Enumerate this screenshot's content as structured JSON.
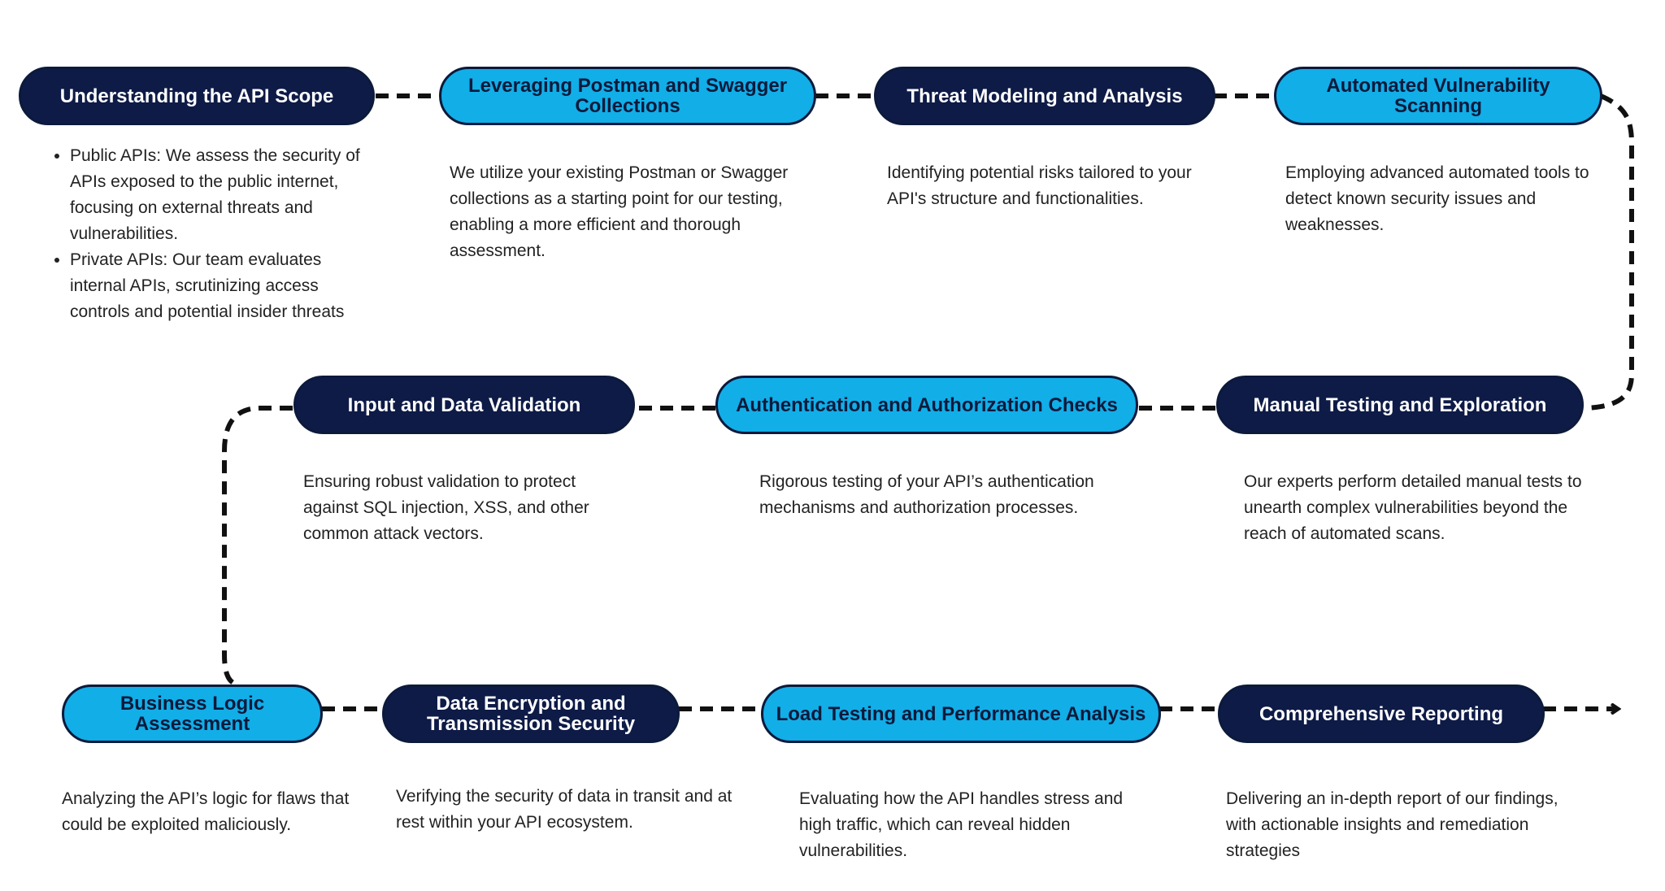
{
  "steps": [
    {
      "title": "Understanding the API Scope",
      "style": "dark",
      "bullets": [
        "Public APIs: We assess the security of APIs exposed to the public internet, focusing on external threats and vulnerabilities.",
        "Private APIs: Our team evaluates internal APIs, scrutinizing access controls and potential insider threats"
      ]
    },
    {
      "title": "Leveraging Postman and Swagger Collections",
      "style": "light",
      "desc": "We utilize your existing Postman or Swagger collections as a starting point for our testing, enabling a more efficient and thorough assessment."
    },
    {
      "title": "Threat Modeling and Analysis",
      "style": "dark",
      "desc": "Identifying potential risks tailored to your API's structure and functionalities."
    },
    {
      "title": "Automated Vulnerability Scanning",
      "style": "light",
      "desc": "Employing advanced automated tools to detect known security issues and weaknesses."
    },
    {
      "title": "Manual Testing and Exploration",
      "style": "dark",
      "desc": "Our experts perform detailed manual tests to unearth complex vulnerabilities beyond the reach of automated scans."
    },
    {
      "title": "Authentication and Authorization Checks",
      "style": "light",
      "desc": "Rigorous testing of your API’s authentication mechanisms and authorization processes."
    },
    {
      "title": "Input and Data Validation",
      "style": "dark",
      "desc": "Ensuring robust validation to protect against SQL injection, XSS, and other common attack vectors."
    },
    {
      "title": "Business Logic Assessment",
      "style": "light",
      "desc": "Analyzing the API’s logic for flaws that could be exploited maliciously."
    },
    {
      "title": "Data Encryption and Transmission Security",
      "style": "dark",
      "desc": "Verifying the security of data in transit and at rest within your API ecosystem."
    },
    {
      "title": "Load Testing and Performance Analysis",
      "style": "light",
      "desc": "Evaluating how the API handles stress and high traffic, which can reveal hidden vulnerabilities."
    },
    {
      "title": "Comprehensive Reporting",
      "style": "dark",
      "desc": "Delivering an in-depth report of our findings, with actionable insights and remediation strategies"
    }
  ],
  "colors": {
    "dark": "#0e1b47",
    "light": "#12aee8",
    "connector": "#111111"
  }
}
